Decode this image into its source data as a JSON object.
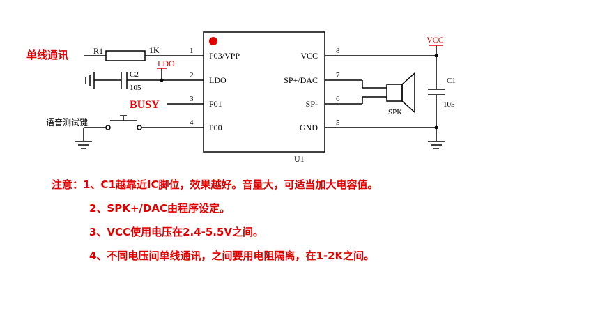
{
  "colors": {
    "wire": "#000000",
    "red": "#e00000",
    "chip_fill": "#ffffff",
    "dot": "#e00000"
  },
  "chip": {
    "name": "U1",
    "left_pins": [
      {
        "num": "1",
        "label": "P03/VPP"
      },
      {
        "num": "2",
        "label": "LDO"
      },
      {
        "num": "3",
        "label": "P01"
      },
      {
        "num": "4",
        "label": "P00"
      }
    ],
    "right_pins": [
      {
        "num": "8",
        "label": "VCC"
      },
      {
        "num": "7",
        "label": "SP+/DAC"
      },
      {
        "num": "6",
        "label": "SP-"
      },
      {
        "num": "5",
        "label": "GND"
      }
    ]
  },
  "components": {
    "r1_name": "R1",
    "r1_value": "1K",
    "c2_name": "C2",
    "c2_value": "105",
    "c1_name": "C1",
    "c1_value": "105",
    "spk_name": "SPK",
    "ldo_net": "LDO",
    "vcc_net": "VCC"
  },
  "signals": {
    "single_wire": "单线通讯",
    "busy": "BUSY",
    "test_key": "语音测试键"
  },
  "notes": [
    "注意：1、C1越靠近IC脚位，效果越好。音量大，可适当加大电容值。",
    "2、SPK+/DAC由程序设定。",
    "3、VCC使用电压在2.4-5.5V之间。",
    "4、不同电压间单线通讯，之间要用电阻隔离，在1-2K之间。"
  ]
}
